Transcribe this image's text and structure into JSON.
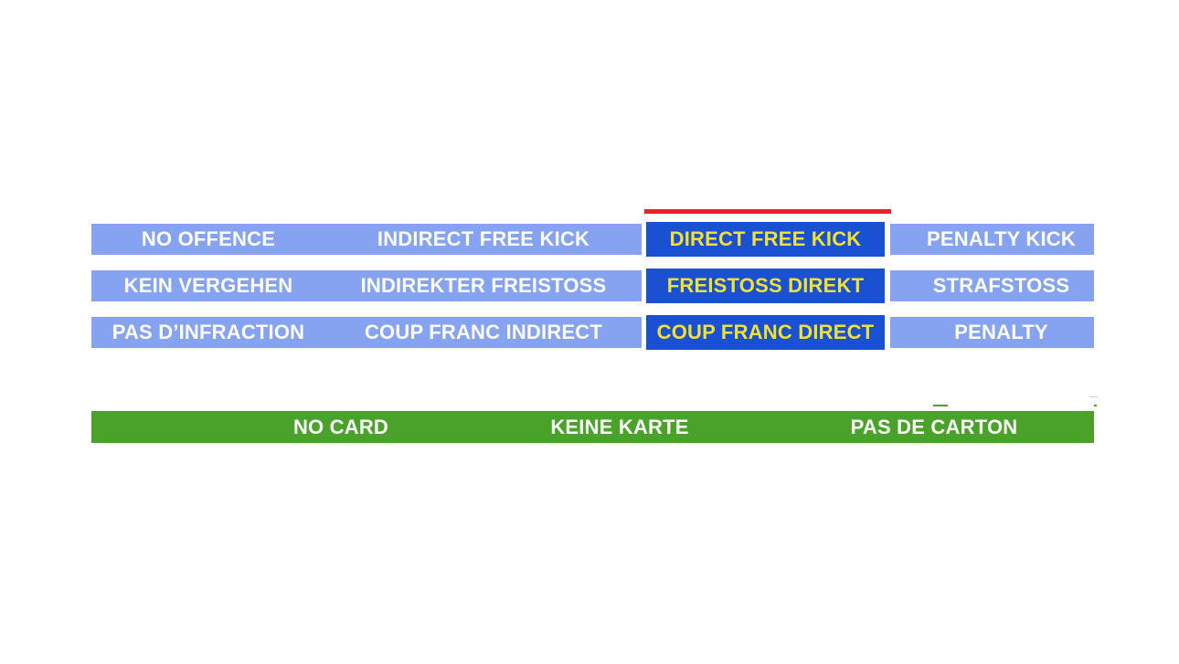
{
  "colors": {
    "option_bg": "#85a3f1",
    "option_text": "#ffffff",
    "selected_bg": "#1a50d2",
    "selected_text": "#f2e12f",
    "selected_indicator": "#e7222b",
    "card_bar_bg": "#4aa22b",
    "card_bar_text": "#ffffff",
    "background": "#ffffff"
  },
  "rows": [
    {
      "options": [
        {
          "label": "NO OFFENCE",
          "selected": false
        },
        {
          "label": "INDIRECT FREE KICK",
          "selected": false
        },
        {
          "label": "DIRECT FREE KICK",
          "selected": true
        },
        {
          "label": "PENALTY KICK",
          "selected": false
        }
      ]
    },
    {
      "options": [
        {
          "label": "KEIN VERGEHEN",
          "selected": false
        },
        {
          "label": "INDIREKTER FREISTOSS",
          "selected": false
        },
        {
          "label": "FREISTOSS DIREKT",
          "selected": true
        },
        {
          "label": "STRAFSTOSS",
          "selected": false
        }
      ]
    },
    {
      "options": [
        {
          "label": "PAS D’INFRACTION",
          "selected": false
        },
        {
          "label": "COUP FRANC INDIRECT",
          "selected": false
        },
        {
          "label": "COUP FRANC DIRECT",
          "selected": true
        },
        {
          "label": "PENALTY",
          "selected": false
        }
      ]
    }
  ],
  "card_bar": {
    "labels": [
      "NO CARD",
      "KEINE KARTE",
      "PAS DE CARTON"
    ]
  }
}
